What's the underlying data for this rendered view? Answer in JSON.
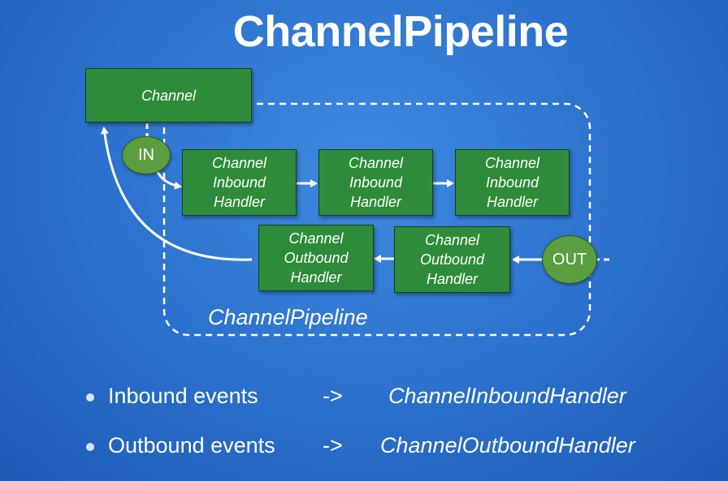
{
  "title": "ChannelPipeline",
  "channel_label": "Channel",
  "inbound_handlers": [
    {
      "label": "Channel\nInbound\nHandler"
    },
    {
      "label": "Channel\nInbound\nHandler"
    },
    {
      "label": "Channel\nInbound\nHandler"
    }
  ],
  "outbound_handlers": [
    {
      "label": "Channel\nOutbound\nHandler"
    },
    {
      "label": "Channel\nOutbound\nHandler"
    }
  ],
  "in_label": "IN",
  "out_label": "OUT",
  "pipeline_label": "ChannelPipeline",
  "bullets": [
    {
      "event": "Inbound events",
      "arrow": "->",
      "handler": "ChannelInboundHandler"
    },
    {
      "event": "Outbound events",
      "arrow": "->",
      "handler": "ChannelOutboundHandler"
    }
  ]
}
